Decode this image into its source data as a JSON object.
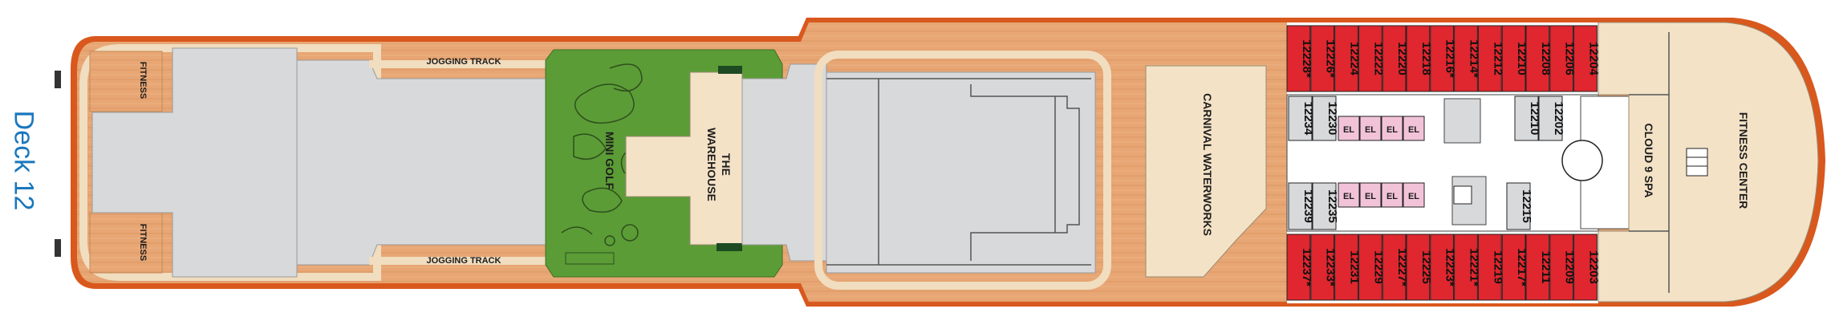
{
  "deck": {
    "title": "Deck 12"
  },
  "labels": {
    "fitness_left_top": "FITNESS",
    "fitness_left_bottom": "FITNESS",
    "jogging_top": "JOGGING TRACK",
    "jogging_bottom": "JOGGING TRACK",
    "mini_golf": "MINI GOLF",
    "warehouse_1": "THE",
    "warehouse_2": "WAREHOUSE",
    "waterworks": "CARNIVAL WATERWORKS",
    "spa": "CLOUD 9 SPA",
    "fitness_center": "FITNESS CENTER",
    "elevator": "EL"
  },
  "cabins": {
    "top_row": [
      "12228",
      "12226",
      "12224",
      "12222",
      "12220",
      "12218",
      "12216",
      "12214",
      "12212",
      "12210",
      "12208",
      "12206",
      "12204"
    ],
    "top_row_markers": [
      "*",
      "*",
      "",
      "",
      "",
      "",
      "*",
      "*",
      "",
      "",
      "",
      "",
      ""
    ],
    "bottom_row": [
      "12237",
      "12233",
      "12231",
      "12229",
      "12227",
      "12225",
      "12223",
      "12221",
      "12219",
      "12217",
      "12211",
      "12209",
      "12203"
    ],
    "bottom_row_markers": [
      "*",
      "*",
      "",
      "",
      "*",
      "",
      "*",
      "*",
      "",
      "*",
      "",
      "",
      ""
    ],
    "inner_top_left": [
      "12234",
      "12230"
    ],
    "inner_bottom_left": [
      "12239",
      "12235"
    ],
    "inner_top_right": [
      "12210",
      "12202"
    ],
    "inner_bottom_right": [
      "12215"
    ]
  },
  "colors": {
    "wood": "#e8a876",
    "hull": "#d9581d",
    "cream": "#f3e2c6",
    "gray": "#d9d9db",
    "green": "#5b9c36",
    "cabin_red": "#e0262e",
    "elevator_pink": "#f2c3d8"
  }
}
